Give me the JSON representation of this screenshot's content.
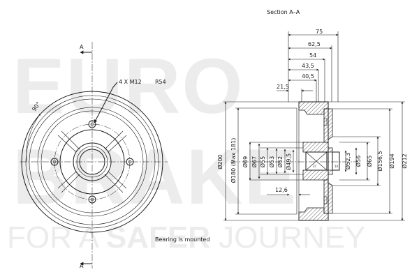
{
  "watermark": {
    "line1": "EURO",
    "line2": "BRAKE",
    "slogan_prefix": "FOR A ",
    "slogan_bold": "SAFER",
    "slogan_suffix": " JOURNEY"
  },
  "section_title": "Section A–A",
  "section_marker": "A",
  "front_view": {
    "bolt_note": "4 X M12",
    "radius_note": "R54",
    "angle_note": "90°",
    "bearing_note": "Bearing is mounted"
  },
  "dims_top": {
    "d75": "75",
    "d62_5": "62,5",
    "d54": "54",
    "d43_5": "43,5",
    "d40_5": "40,5",
    "d21_5": "21,5",
    "d12_6": "12,6"
  },
  "dims_left": {
    "d200": "Ø200",
    "d180": "Ø180 (Max 181)",
    "d69": "Ø69",
    "d67": "Ø67",
    "d55": "Ø55",
    "d53": "Ø53",
    "d52": "Ø52",
    "d49_5": "Ø49,5"
  },
  "dims_right": {
    "d52_3": "Ø52,3",
    "d56": "Ø56",
    "d65": "Ø65",
    "d156_5": "Ø156,5",
    "d194": "Ø194",
    "d212": "Ø212"
  },
  "bearing_small": {
    "a": "37",
    "b": "14"
  }
}
